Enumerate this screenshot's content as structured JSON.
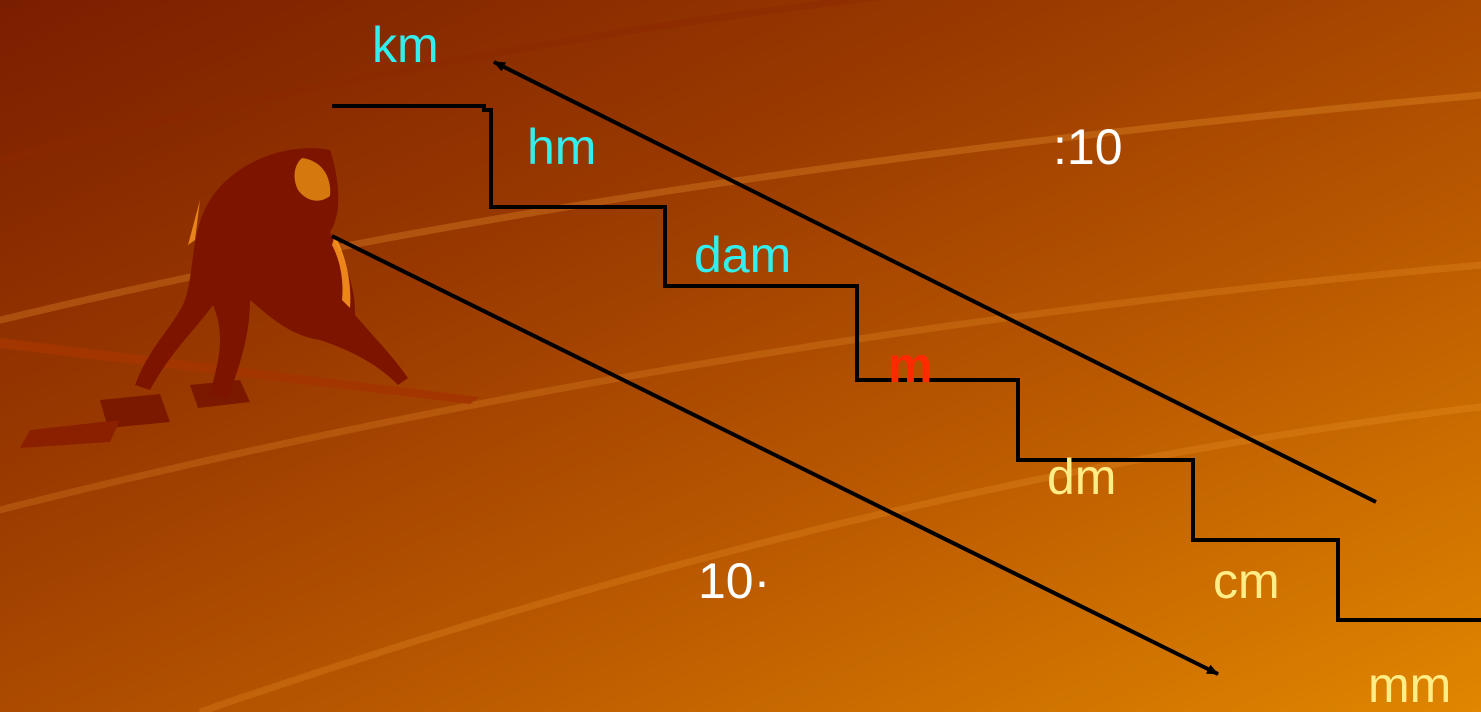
{
  "colors": {
    "background_dark": "#7a1e00",
    "background_light": "#e08600",
    "cyan_text": "#33eeee",
    "yellow_text": "#ffee88",
    "red_text": "#ff2a00",
    "operator_text": "#ffffff",
    "line": "#000000"
  },
  "units": [
    {
      "label": "km",
      "color": "#33eeee",
      "bold": false
    },
    {
      "label": "hm",
      "color": "#33eeee",
      "bold": false
    },
    {
      "label": "dam",
      "color": "#33eeee",
      "bold": false
    },
    {
      "label": "m",
      "color": "#ff2a00",
      "bold": true
    },
    {
      "label": "dm",
      "color": "#ffee88",
      "bold": false
    },
    {
      "label": "cm",
      "color": "#ffee88",
      "bold": false
    },
    {
      "label": "mm",
      "color": "#ffee88",
      "bold": false
    }
  ],
  "operations": {
    "divide_label": ":10",
    "multiply_label": "10·"
  },
  "illustration": {
    "icon": "sprinter-at-start-blocks-icon"
  }
}
